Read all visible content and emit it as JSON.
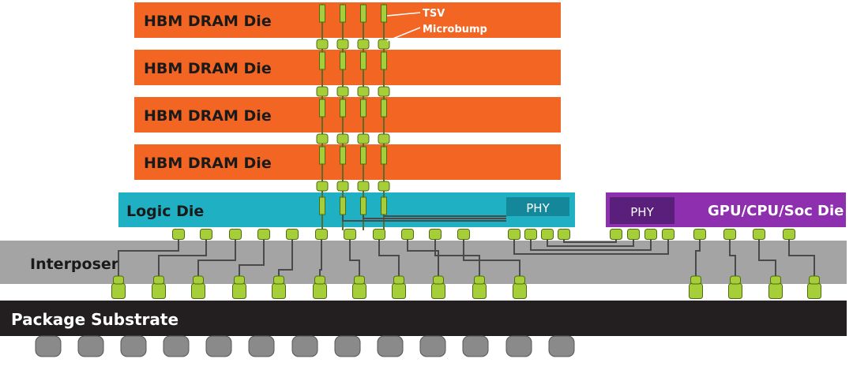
{
  "dram_dies": [
    {
      "label": "HBM DRAM Die"
    },
    {
      "label": "HBM DRAM Die"
    },
    {
      "label": "HBM DRAM Die"
    },
    {
      "label": "HBM DRAM Die"
    }
  ],
  "annotations": {
    "tsv": "TSV",
    "microbump": "Microbump"
  },
  "logic_die": {
    "label": "Logic Die",
    "phy": "PHY"
  },
  "soc_die": {
    "label": "GPU/CPU/Soc Die",
    "phy": "PHY"
  },
  "interposer": {
    "label": "Interposer"
  },
  "substrate": {
    "label": "Package Substrate"
  },
  "colors": {
    "dram": "#f26522",
    "logic": "#1fb0c4",
    "phy_logic": "#14879a",
    "soc": "#8e2fb0",
    "phy_soc": "#5a1f7a",
    "interposer": "#a4a4a4",
    "substrate": "#231f20",
    "bump": "#a6ce39",
    "ball": "#8a8a8a",
    "wire": "#4a4a4a"
  }
}
